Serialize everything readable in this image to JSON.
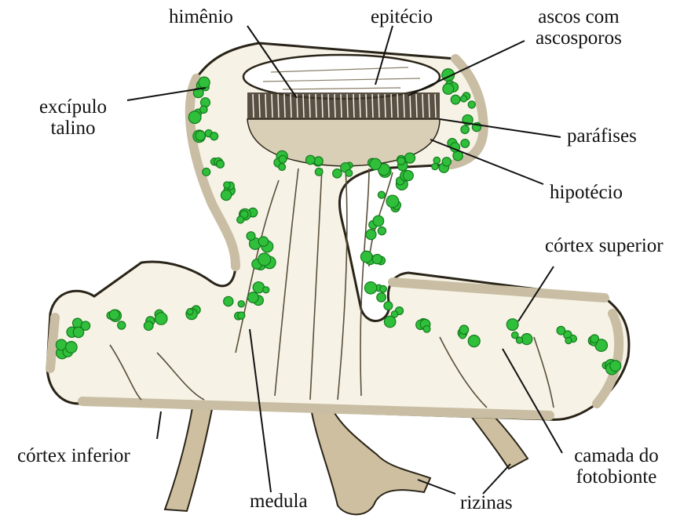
{
  "figure": {
    "subject": "lichen apothecium cross-section",
    "colors": {
      "ink": "#2a2418",
      "tissue": "#f6f2e6",
      "cortex": "#c9bea3",
      "photobiont": "#2fbf3a",
      "photobiont_dark": "#157a1e",
      "rhizine": "#cdbf9f"
    }
  },
  "labels": {
    "himenio": "himênio",
    "epitecio": "epitécio",
    "ascos_line1": "ascos com",
    "ascos_line2": "ascosporos",
    "excipulo_line1": "excípulo",
    "excipulo_line2": "talino",
    "parafises": "paráfises",
    "hipotecio": "hipotécio",
    "cortex_superior": "córtex superior",
    "cortex_inferior": "córtex inferior",
    "medula": "medula",
    "rizinas": "rizinas",
    "camada_line1": "camada do",
    "camada_line2": "fotobionte"
  }
}
